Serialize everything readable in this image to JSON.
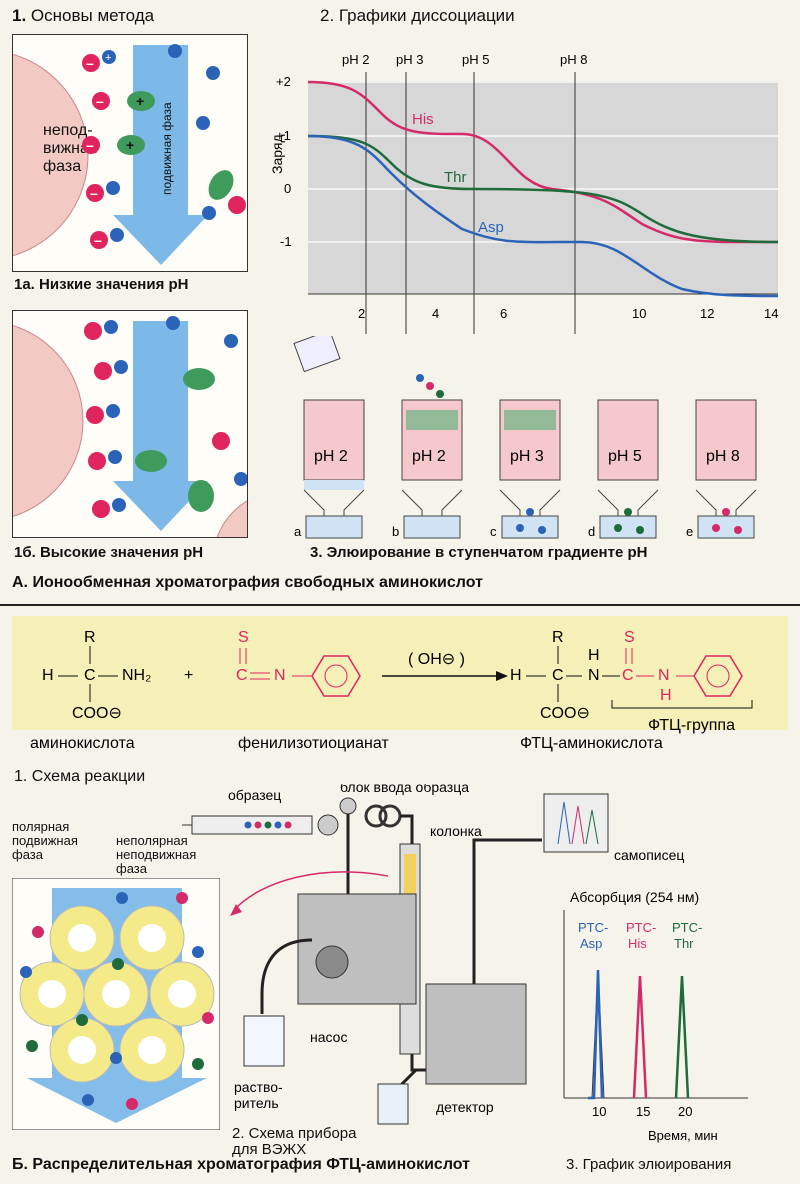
{
  "sectionA": {
    "title": "А. Ионообменная хроматография свободных аминокислот",
    "p1": {
      "heading_num": "1.",
      "heading": "Основы метода",
      "stationary_label": "непод-вижная фаза",
      "stationary_lines": [
        "непод-",
        "вижная",
        "фаза"
      ],
      "mobile_label": "подвижная фаза",
      "caption_a": "1а. Низкие значения pH",
      "caption_b": "1б. Высокие значения pH"
    },
    "p2": {
      "heading": "2. Графики диссоциации",
      "ph_markers": [
        "pH 2",
        "pH 3",
        "pH 5",
        "pH 8"
      ],
      "y_axis_label": "Заряд",
      "y_ticks": [
        "+2",
        "+1",
        "0",
        "-1"
      ],
      "x_ticks": [
        "2",
        "4",
        "6",
        "10",
        "12",
        "14"
      ],
      "curves": [
        "His",
        "Thr",
        "Asp"
      ]
    },
    "p3": {
      "caption": "3. Элюирование в ступенчатом градиенте pH",
      "columns": [
        "pH 2",
        "pH 2",
        "pH 3",
        "pH 5",
        "pH 8"
      ],
      "fractions": [
        "a",
        "b",
        "c",
        "d",
        "e"
      ]
    }
  },
  "sectionB": {
    "title": "Б. Распределительная хроматография ФТЦ-аминокислот",
    "reaction": {
      "aminoacid_label": "аминокислота",
      "pitc_label": "фенилизотиоцианат",
      "product_label": "ФТЦ-аминокислота",
      "ptc_group_label": "ФТЦ-группа",
      "condition": "( OH⊖ )",
      "caption": "1. Схема реакции"
    },
    "apparatus": {
      "sample": "образец",
      "injector": "блок ввода образца",
      "column": "колонка",
      "recorder": "самописец",
      "pump": "насос",
      "solvent": "раство-ритель",
      "solvent_lines": [
        "раство-",
        "ритель"
      ],
      "detector": "детектор",
      "polar_mobile": "полярная подвижная фаза",
      "polar_lines": [
        "полярная",
        "подвижная",
        "фаза"
      ],
      "nonpolar_stationary": "неполярная неподвижная фаза",
      "nonpolar_lines": [
        "неполярная",
        "неподвижная",
        "фаза"
      ],
      "caption": "2. Схема прибора для ВЭЖХ",
      "caption_lines": [
        "2. Схема прибора",
        "для ВЭЖХ"
      ]
    },
    "elution": {
      "y_label": "Абсорбция (254 нм)",
      "x_label": "Время, мин",
      "x_ticks": [
        "10",
        "15",
        "20"
      ],
      "peaks": [
        "PTC-Asp",
        "PTC-His",
        "PTC-Thr"
      ],
      "peak_lines": [
        [
          "PTC-",
          "Asp"
        ],
        [
          "PTC-",
          "His"
        ],
        [
          "PTC-",
          "Thr"
        ]
      ],
      "caption": "3. График элюирования"
    }
  },
  "colors": {
    "his": "#d42a6a",
    "thr": "#1f6b3c",
    "asp": "#2a63b8",
    "red_chem": "#e0245e",
    "yellow_band": "#f4f0b8",
    "blue_arrow": "#6eb1e6",
    "pink_phase": "#f3c9c3"
  }
}
